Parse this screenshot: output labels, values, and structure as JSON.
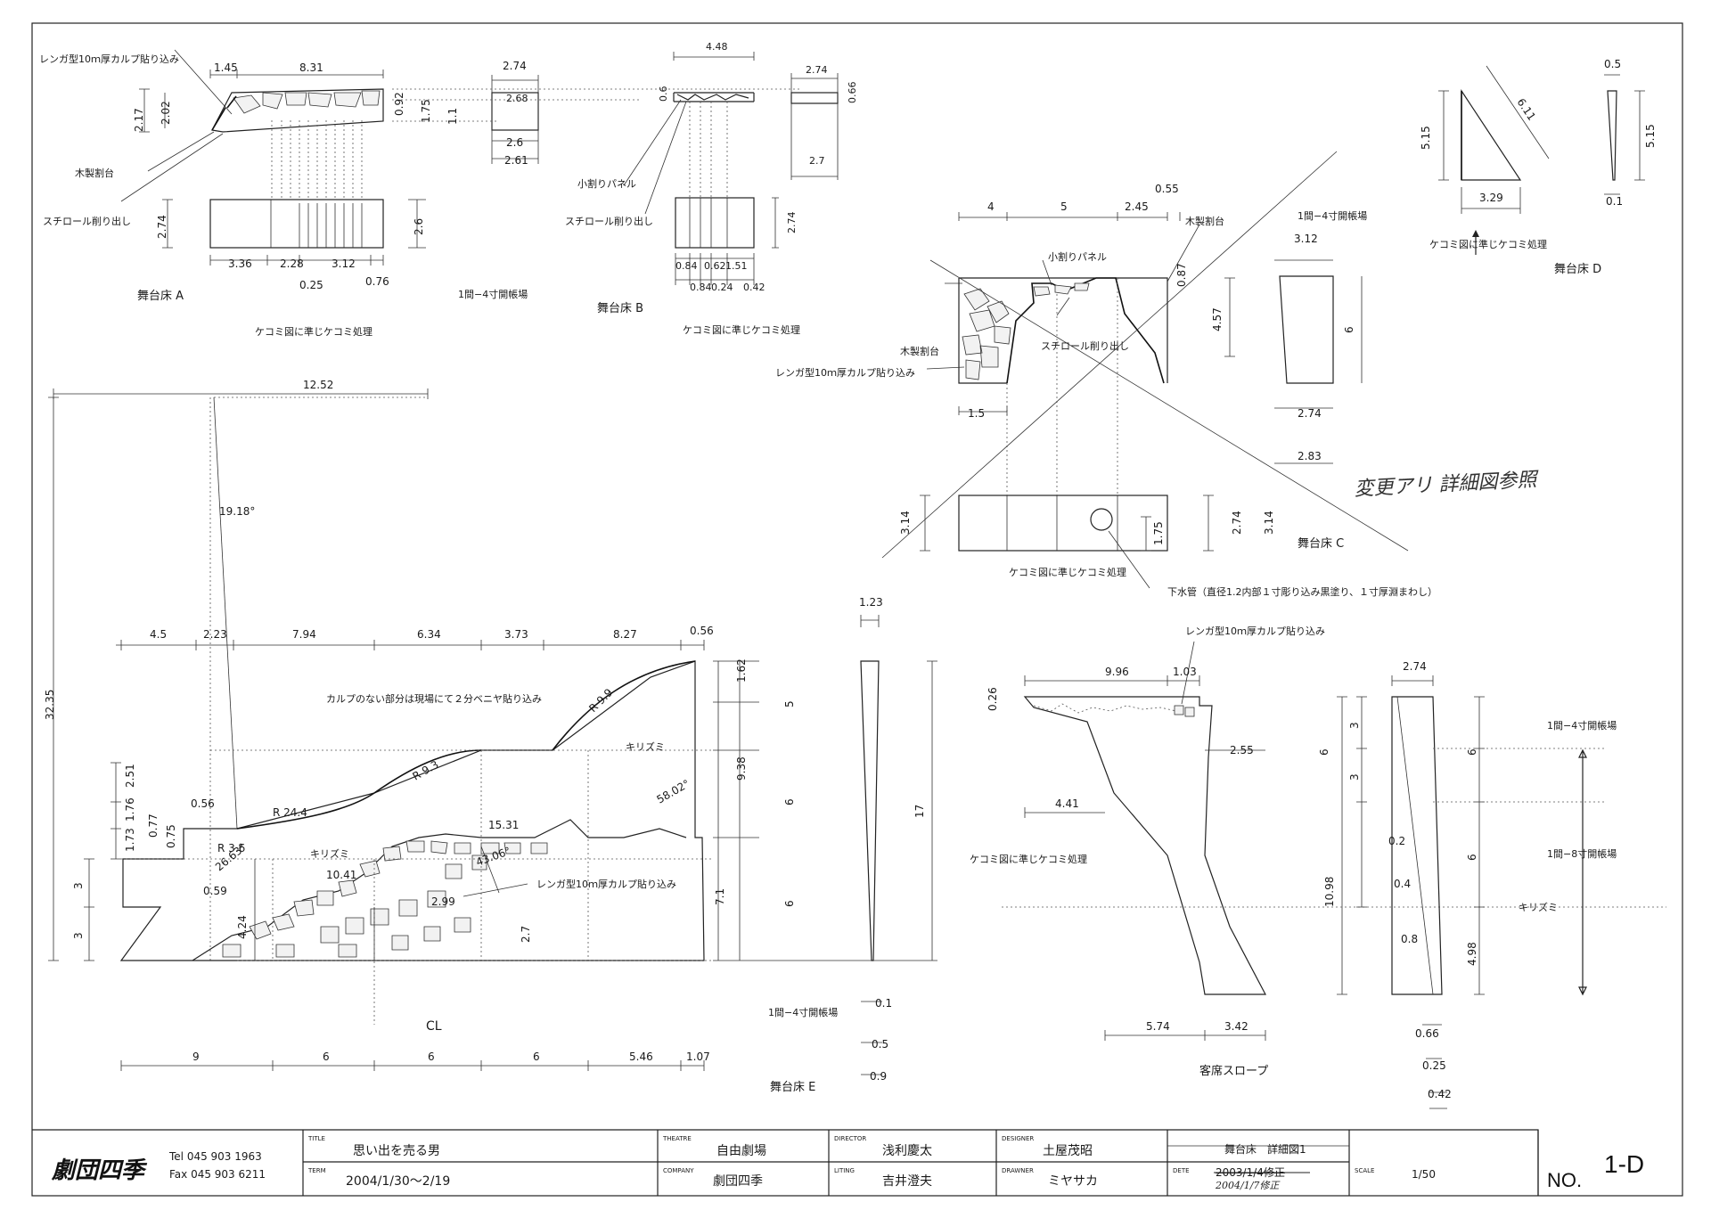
{
  "plan_a": {
    "name": "舞台床 A",
    "note_brick": "レンガ型10ｍ厚カルプ貼り込み",
    "note_wood": "木製割台",
    "note_styro": "スチロール削り出し",
    "note_opening": "1間−4寸開帳場",
    "note_kekomi": "ケコミ図に準じケコミ処理",
    "dims": [
      "1.45",
      "8.31",
      "2.17",
      "2.02",
      "0.92",
      "1.75",
      "1.1",
      "2.74",
      "2.6",
      "3.36",
      "2.28",
      "3.12",
      "0.25",
      "0.76"
    ],
    "side": [
      "2.74",
      "2.68",
      "2.6",
      "2.61"
    ]
  },
  "plan_b": {
    "name": "舞台床 B",
    "note_panel": "小割りパネル",
    "note_styro": "スチロール削り出し",
    "note_kekomi": "ケコミ図に準じケコミ処理",
    "dims": [
      "4.48",
      "0.6",
      "2.74",
      "0.84",
      "0.62",
      "1.51",
      "0.84",
      "0.24",
      "0.42"
    ],
    "side": [
      "2.74",
      "0.66",
      "2.7"
    ]
  },
  "plan_c": {
    "name": "舞台床 C",
    "note_wood": "木製割台",
    "note_panel": "小割りパネル",
    "note_styro": "スチロール削り出し",
    "note_wood2": "木製割台",
    "note_brick": "レンガ型10ｍ厚カルプ貼り込み",
    "note_opening": "1間−4寸開帳場",
    "note_kekomi": "ケコミ図に準じケコミ処理",
    "note_drain": "下水管（直径1.2内部１寸彫り込み黒塗り、１寸厚淵まわし）",
    "handwritten": "変更アリ 詳細図参照",
    "dims": [
      "4",
      "5",
      "2.45",
      "0.55",
      "0.87",
      "4.57",
      "1.5",
      "3.14",
      "1.75",
      "2.74",
      "3.14"
    ],
    "side": [
      "3.12",
      "6",
      "2.74",
      "2.83"
    ]
  },
  "plan_d": {
    "name": "舞台床 D",
    "note_kekomi": "ケコミ図に準じケコミ処理",
    "dims": [
      "5.15",
      "6.11",
      "3.29",
      "0.5",
      "5.15",
      "0.1"
    ]
  },
  "plan_e": {
    "name": "舞台床 E",
    "note_calp": "カルプのない部分は現場にて２分ベニヤ貼り込み",
    "note_brick": "レンガ型10ｍ厚カルプ貼り込み",
    "note_opening": "1間−4寸開帳場",
    "cl": "CL",
    "kirizumi": "キリズミ",
    "total_h": "32.35",
    "total_w": "12.52",
    "angle1": "19.18°",
    "angle2": "26.63°",
    "angle3": "43.06°",
    "angle4": "58.02°",
    "r1": "R 24.4",
    "r2": "R 9.3",
    "r3": "R 9.9",
    "r4": "R 3.6",
    "top_dims": [
      "4.5",
      "2.23",
      "7.94",
      "6.34",
      "3.73",
      "8.27",
      "0.56"
    ],
    "bottom_dims": [
      "9",
      "6",
      "6",
      "6",
      "5.46",
      "1.07"
    ],
    "left_dims": [
      "2.51",
      "1.76",
      "1.73",
      "3",
      "3",
      "0.77",
      "0.75",
      "0.56",
      "0.59",
      "4.24"
    ],
    "inner_dims": [
      "10.41",
      "2.99",
      "15.31",
      "2.7",
      "7.1"
    ],
    "right_dims": [
      "1.62",
      "5",
      "9.38",
      "6",
      "6",
      "17"
    ],
    "side_dims": [
      "1.23",
      "0.1",
      "0.5",
      "0.9"
    ]
  },
  "slope": {
    "name": "客席スロープ",
    "note_brick": "レンガ型10ｍ厚カルプ貼り込み",
    "note_kekomi": "ケコミ図に準じケコミ処理",
    "note_open1": "1間−4寸開帳場",
    "note_open2": "1間−8寸開帳場",
    "kirizumi": "キリズミ",
    "dims": [
      "9.96",
      "1.03",
      "0.26",
      "2.55",
      "4.41",
      "10.98",
      "5.74",
      "3.42"
    ],
    "side": [
      "2.74",
      "3",
      "3",
      "6",
      "6",
      "6",
      "0.2",
      "0.4",
      "0.8",
      "4.98",
      "0.66",
      "0.25",
      "0.42"
    ]
  },
  "title_block": {
    "company_logo": "劇団四季",
    "tel": "Tel 045 903 1963",
    "fax": "Fax 045 903 6211",
    "title_label": "TITLE",
    "title": "思い出を売る男",
    "term_label": "TERM",
    "term": "2004/1/30〜2/19",
    "theatre_label": "THEATRE",
    "theatre": "自由劇場",
    "company_label": "COMPANY",
    "company": "劇団四季",
    "director_label": "DIRECTOR",
    "director": "浅利慶太",
    "lighting_label": "LITING",
    "lighting": "吉井澄夫",
    "designer_label": "DESIGNER",
    "designer": "土屋茂昭",
    "drawner_label": "DRAWNER",
    "drawner": "ミヤサカ",
    "sheet": "舞台床　詳細図1",
    "date_label": "DETE",
    "date_struck": "2003/1/4修正",
    "date_new": "2004/1/7修正",
    "scale_label": "SCALE",
    "scale": "1/50",
    "no_label": "NO.",
    "no": "1-D"
  }
}
